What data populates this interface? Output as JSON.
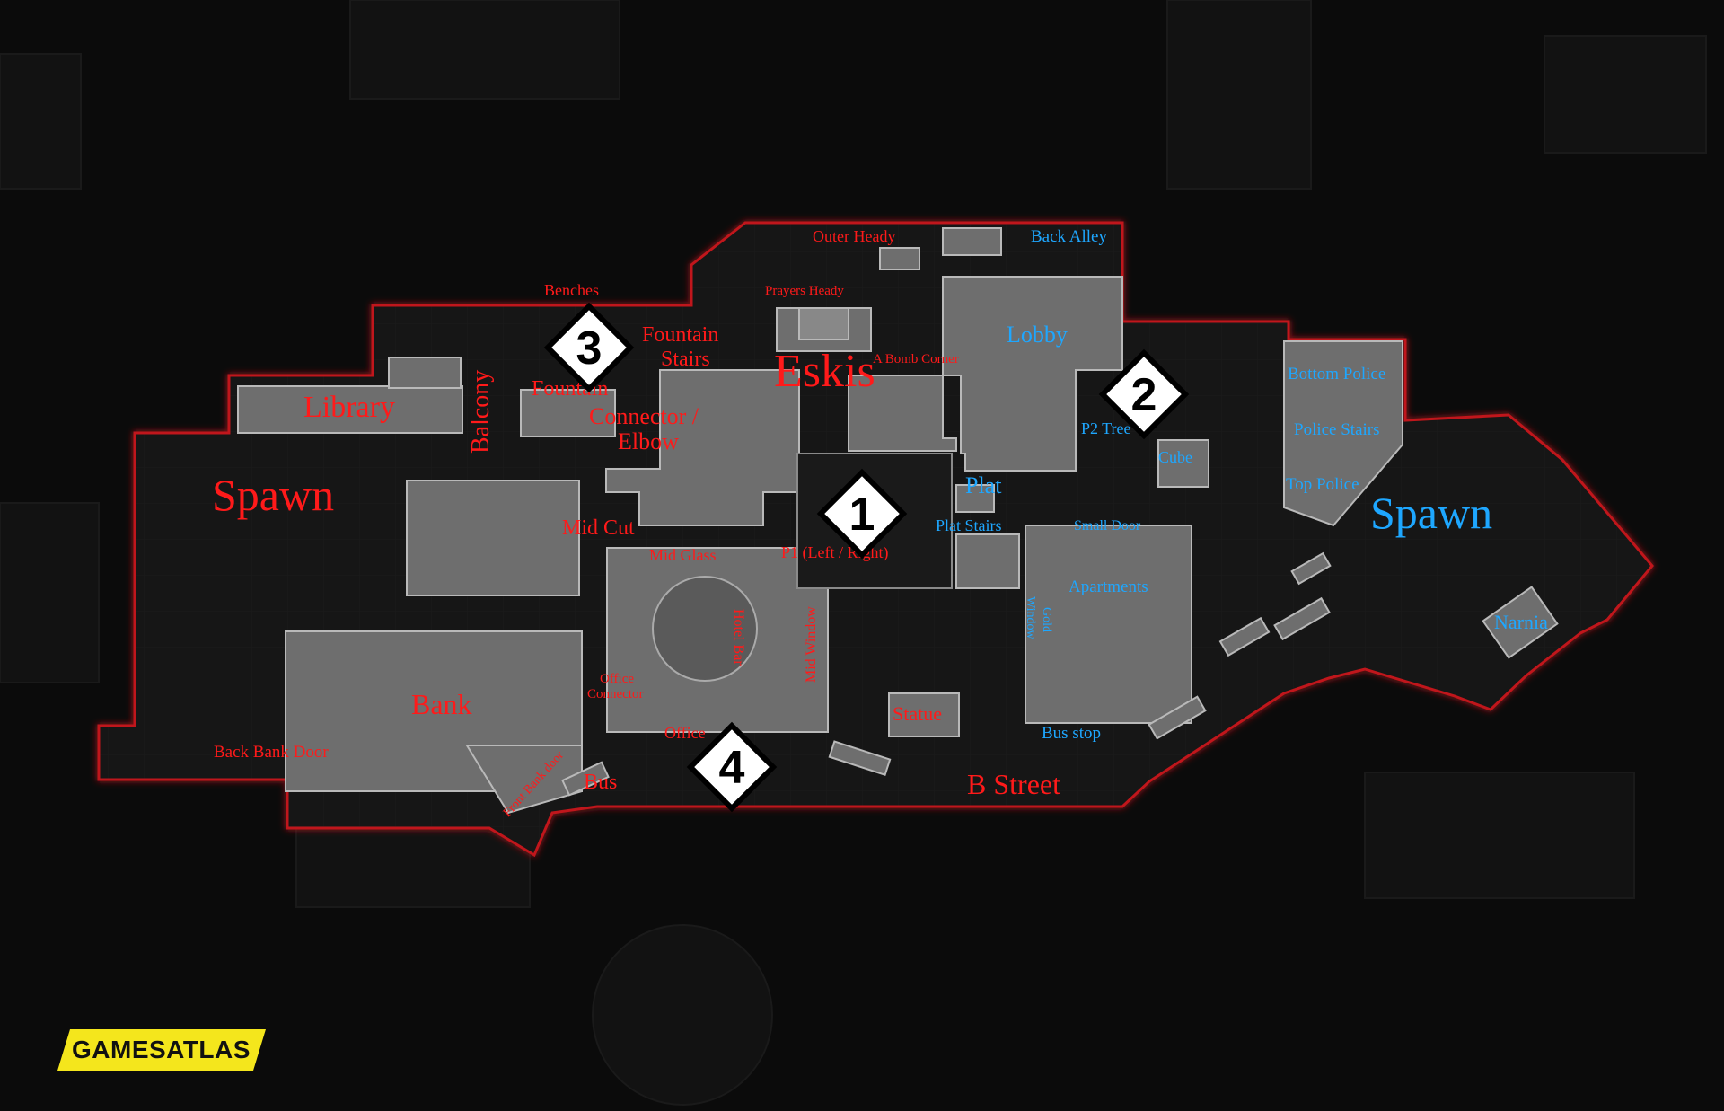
{
  "colors": {
    "background": "#0b0b0b",
    "team_red": "#ff1a1a",
    "team_blue": "#1ea7ff",
    "outline_red": "#c0141a",
    "building": "#7a7a7a",
    "logo_bg": "#f4e61c"
  },
  "brand": {
    "logo_text": "GAMESATLAS"
  },
  "markers": [
    {
      "number": "1"
    },
    {
      "number": "2"
    },
    {
      "number": "3"
    },
    {
      "number": "4"
    }
  ],
  "labels_red": {
    "spawn": "Spawn",
    "library": "Library",
    "balcony": "Balcony",
    "benches": "Benches",
    "fountain_stairs_1": "Fountain",
    "fountain_stairs_2": "Stairs",
    "fountain": "Fountain",
    "connector_1": "Connector /",
    "connector_2": "Elbow",
    "outer_heady": "Outer Heady",
    "prayers_heady": "Prayers Heady",
    "eskis": "Eskis",
    "a_bomb_corner": "A Bomb Corner",
    "mid_cut": "Mid Cut",
    "mid_glass": "Mid Glass",
    "p1": "P1 (Left / Right)",
    "hotel_bar": "Hotel Bar",
    "mid_window": "Mid Window",
    "office_connector_1": "Office",
    "office_connector_2": "Connector",
    "office": "Office",
    "bank": "Bank",
    "back_bank_door": "Back Bank Door",
    "front_bank_door": "Front Bank door",
    "bus": "Bus",
    "statue": "Statue",
    "b_street": "B Street"
  },
  "labels_blue": {
    "back_alley": "Back Alley",
    "lobby": "Lobby",
    "p2_tree": "P2 Tree",
    "cube": "Cube",
    "plat": "Plat",
    "plat_stairs": "Plat Stairs",
    "small_door": "Small Door",
    "apartments": "Apartments",
    "gold_window_1": "Gold",
    "gold_window_2": "Window",
    "bus_stop": "Bus stop",
    "bottom_police": "Bottom Police",
    "police_stairs": "Police Stairs",
    "top_police": "Top Police",
    "spawn": "Spawn",
    "narnia": "Narnia"
  }
}
